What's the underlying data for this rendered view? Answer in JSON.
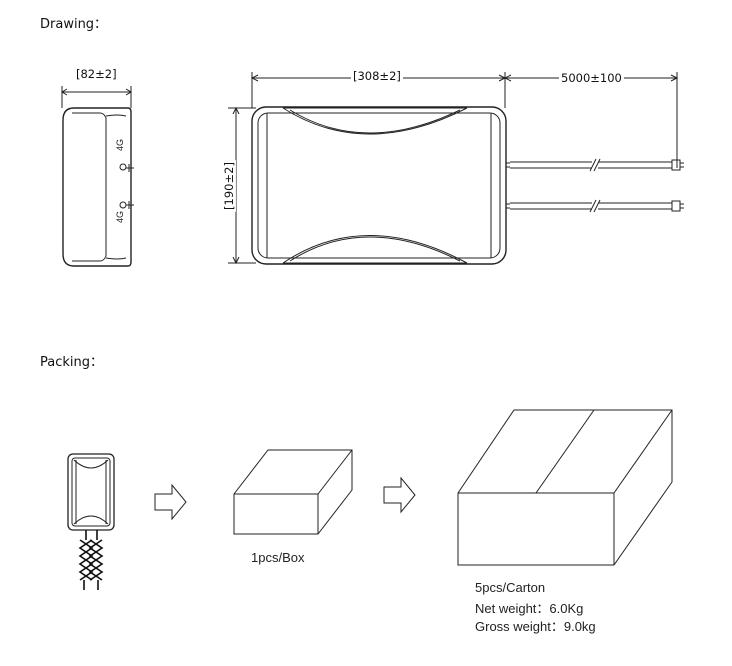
{
  "drawing": {
    "heading": "Drawing：",
    "dim_side_width": "[82±2]",
    "dim_front_width": "[308±2]",
    "dim_front_height": "[190±2]",
    "dim_cable_length": "5000±100",
    "port_label_top": "4G",
    "port_label_bottom": "4G"
  },
  "packing": {
    "heading": "Packing：",
    "box_label": "1pcs/Box",
    "carton_label": "5pcs/Carton",
    "net_weight": "Net weight：6.0Kg",
    "gross_weight": "Gross weight：9.0kg"
  }
}
